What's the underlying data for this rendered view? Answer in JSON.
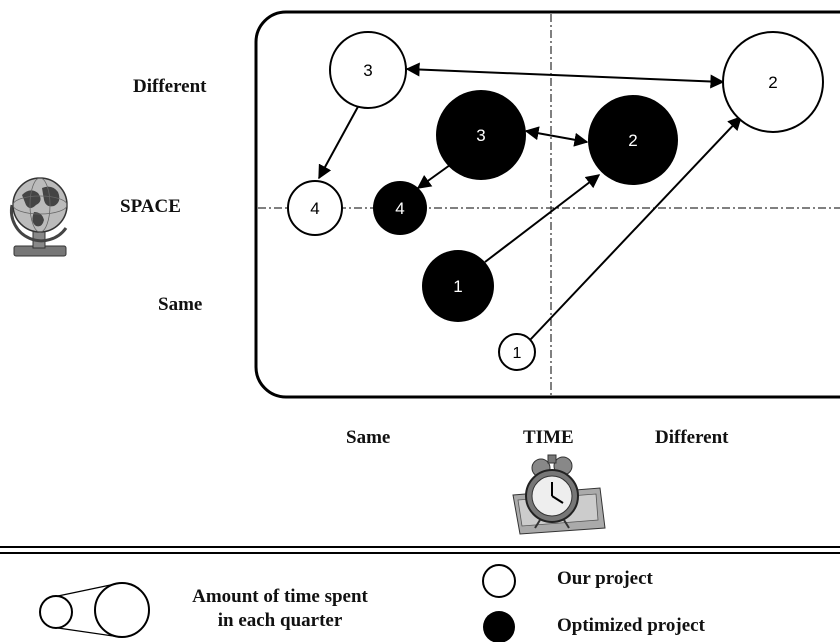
{
  "axes": {
    "space_label": "SPACE",
    "space_high": "Different",
    "space_low": "Same",
    "time_label": "TIME",
    "time_low": "Same",
    "time_high": "Different"
  },
  "nodes": [
    {
      "id": "our-1",
      "label": "1",
      "kind": "our"
    },
    {
      "id": "our-2",
      "label": "2",
      "kind": "our"
    },
    {
      "id": "our-3",
      "label": "3",
      "kind": "our"
    },
    {
      "id": "our-4",
      "label": "4",
      "kind": "our"
    },
    {
      "id": "opt-1",
      "label": "1",
      "kind": "optimized"
    },
    {
      "id": "opt-2",
      "label": "2",
      "kind": "optimized"
    },
    {
      "id": "opt-3",
      "label": "3",
      "kind": "optimized"
    },
    {
      "id": "opt-4",
      "label": "4",
      "kind": "optimized"
    }
  ],
  "legend": {
    "size_text_line1": "Amount of time spent",
    "size_text_line2": "in each quarter",
    "our_project": "Our project",
    "optimized_project": "Optimized project"
  },
  "icons": [
    "globe-icon",
    "alarm-clock-icon"
  ],
  "colors": {
    "our_fill": "#ffffff",
    "optimized_fill": "#000000",
    "stroke": "#000000"
  }
}
